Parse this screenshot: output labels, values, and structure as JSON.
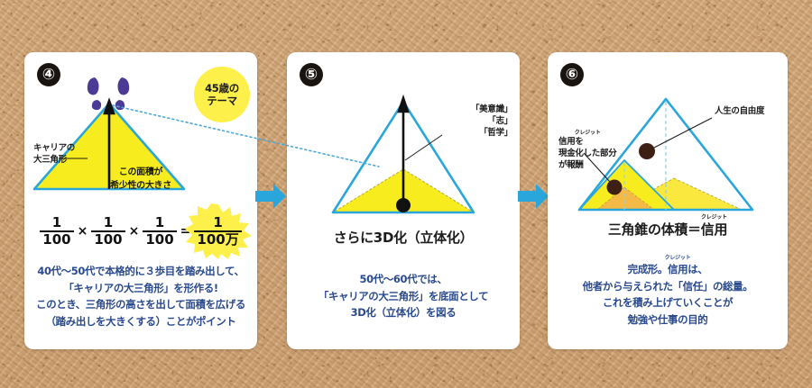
{
  "background": {
    "kind": "corkboard-texture",
    "color": "#dcb88e"
  },
  "theme": {
    "panel_bg": "#ffffff",
    "accent_blue": "#29a6dc",
    "text_blue": "#2a4a8e",
    "fill_yellow": "#f7ec1e",
    "fill_yellow_soft": "#fbe94f",
    "fill_orange": "#f5ba45",
    "badge_yellow": "#fdf04a",
    "footprint_purple": "#4b3b96",
    "dot_brown": "#3d1f14",
    "ink": "#1c1c1c"
  },
  "flow": {
    "arrow_1": "right-arrow",
    "arrow_2": "right-arrow",
    "connector": "dotted-line"
  },
  "panels": [
    {
      "id": "panel-4",
      "step_number": "④",
      "badge": {
        "line1": "45歳の",
        "line2": "テーマ"
      },
      "figure": {
        "kind": "career-big-triangle",
        "icon": "footprints-icon",
        "label_career": "キャリアの\n大三角形",
        "label_area": "この面積が\n希少性の大きさ"
      },
      "formula": {
        "terms": [
          {
            "num": "1",
            "den": "100"
          },
          {
            "num": "1",
            "den": "100"
          },
          {
            "num": "1",
            "den": "100"
          }
        ],
        "operators": [
          "×",
          "×",
          "="
        ],
        "result": {
          "num": "1",
          "den": "100万",
          "highlight": "starburst"
        }
      },
      "body_text": [
        "40代～50代で本格的に３歩目を踏み出して、",
        "「キャリアの大三角形」を形作る!",
        "このとき、三角形の高さを出して面積を広げる",
        "（踏み出しを大きくする）ことがポイント"
      ]
    },
    {
      "id": "panel-5",
      "step_number": "⑤",
      "figure": {
        "kind": "3d-pyramid-with-axis",
        "label_mind": "「美意識」\n「志」\n「哲学」"
      },
      "caption": "さらに3D化（立体化）",
      "body_text": [
        "50代～60代では、",
        "「キャリアの大三角形」を底面として",
        "3D化（立体化）を図る"
      ]
    },
    {
      "id": "panel-6",
      "step_number": "⑥",
      "figure": {
        "kind": "completed-pyramid",
        "label_freedom": "人生の自由度",
        "label_credit_ruby": "クレジット",
        "label_credit": "信用を\n現金化した部分\nが報酬"
      },
      "caption": {
        "left": "三角錐の体積＝",
        "ruby": "クレジット",
        "rubied": "信用"
      },
      "body_text_rich": {
        "line1_pre": "完成形。",
        "line1_ruby": "クレジット",
        "line1_rubied": "信用",
        "line1_post": "は、",
        "line2": "他者から与えられた「信任」の総量。",
        "line3": "これを積み上げていくことが",
        "line4": "勉強や仕事の目的"
      }
    }
  ]
}
